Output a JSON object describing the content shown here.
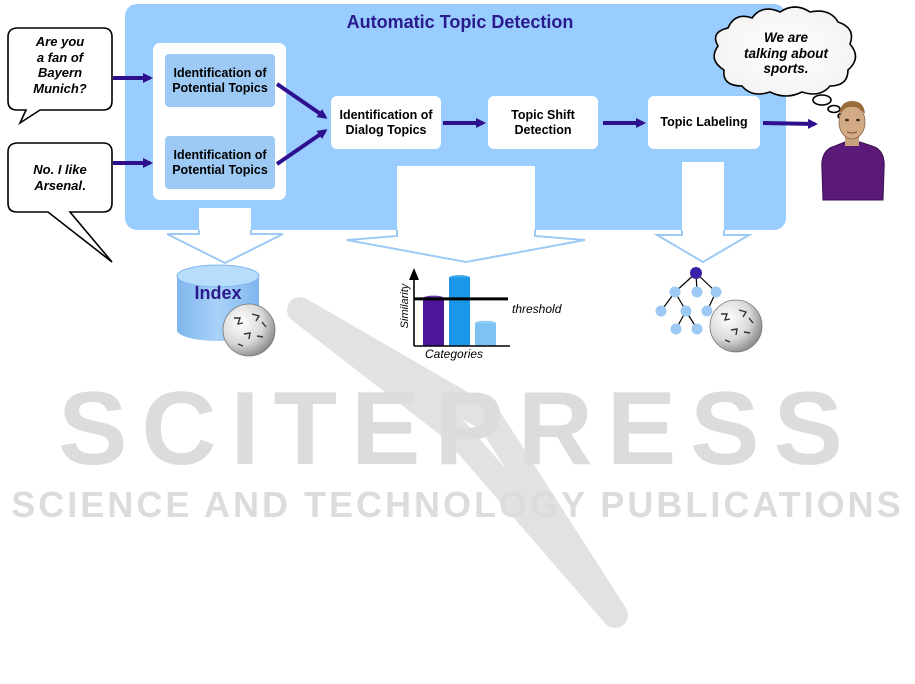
{
  "title": "Automatic Topic Detection",
  "speech": {
    "question": [
      "Are you",
      "a fan of",
      "Bayern",
      "Munich?"
    ],
    "answer_line1": "No. I like",
    "answer_line2": "Arsenal",
    "answer_end": ".",
    "agent": [
      "We are",
      "talking about",
      "sports."
    ]
  },
  "boxes": {
    "potential_topics_1": "Identification of Potential Topics",
    "potential_topics_2": "Identification of Potential Topics",
    "dialog_topics": "Identification of Dialog Topics",
    "topic_shift": "Topic Shift Detection",
    "topic_labeling": "Topic Labeling"
  },
  "index_label": "Index",
  "chart_data": {
    "type": "bar",
    "ylabel": "Similarity",
    "xlabel": "Categories",
    "threshold_label": "threshold",
    "threshold": 0.62,
    "values": [
      0.63,
      0.9,
      0.3
    ],
    "colors": [
      "#4b1699",
      "#1a97e8",
      "#7ec2f3"
    ]
  },
  "colors": {
    "panel": "#99ccff",
    "inner_box": "#9ccaf5",
    "arrow": "#2e0f8e",
    "title": "#2a1a8c",
    "tree_root": "#3b1fa8",
    "tree_node": "#9ccaf5"
  },
  "watermark": {
    "main": "SCITEPRESS",
    "sub": "SCIENCE AND TECHNOLOGY PUBLICATIONS"
  }
}
